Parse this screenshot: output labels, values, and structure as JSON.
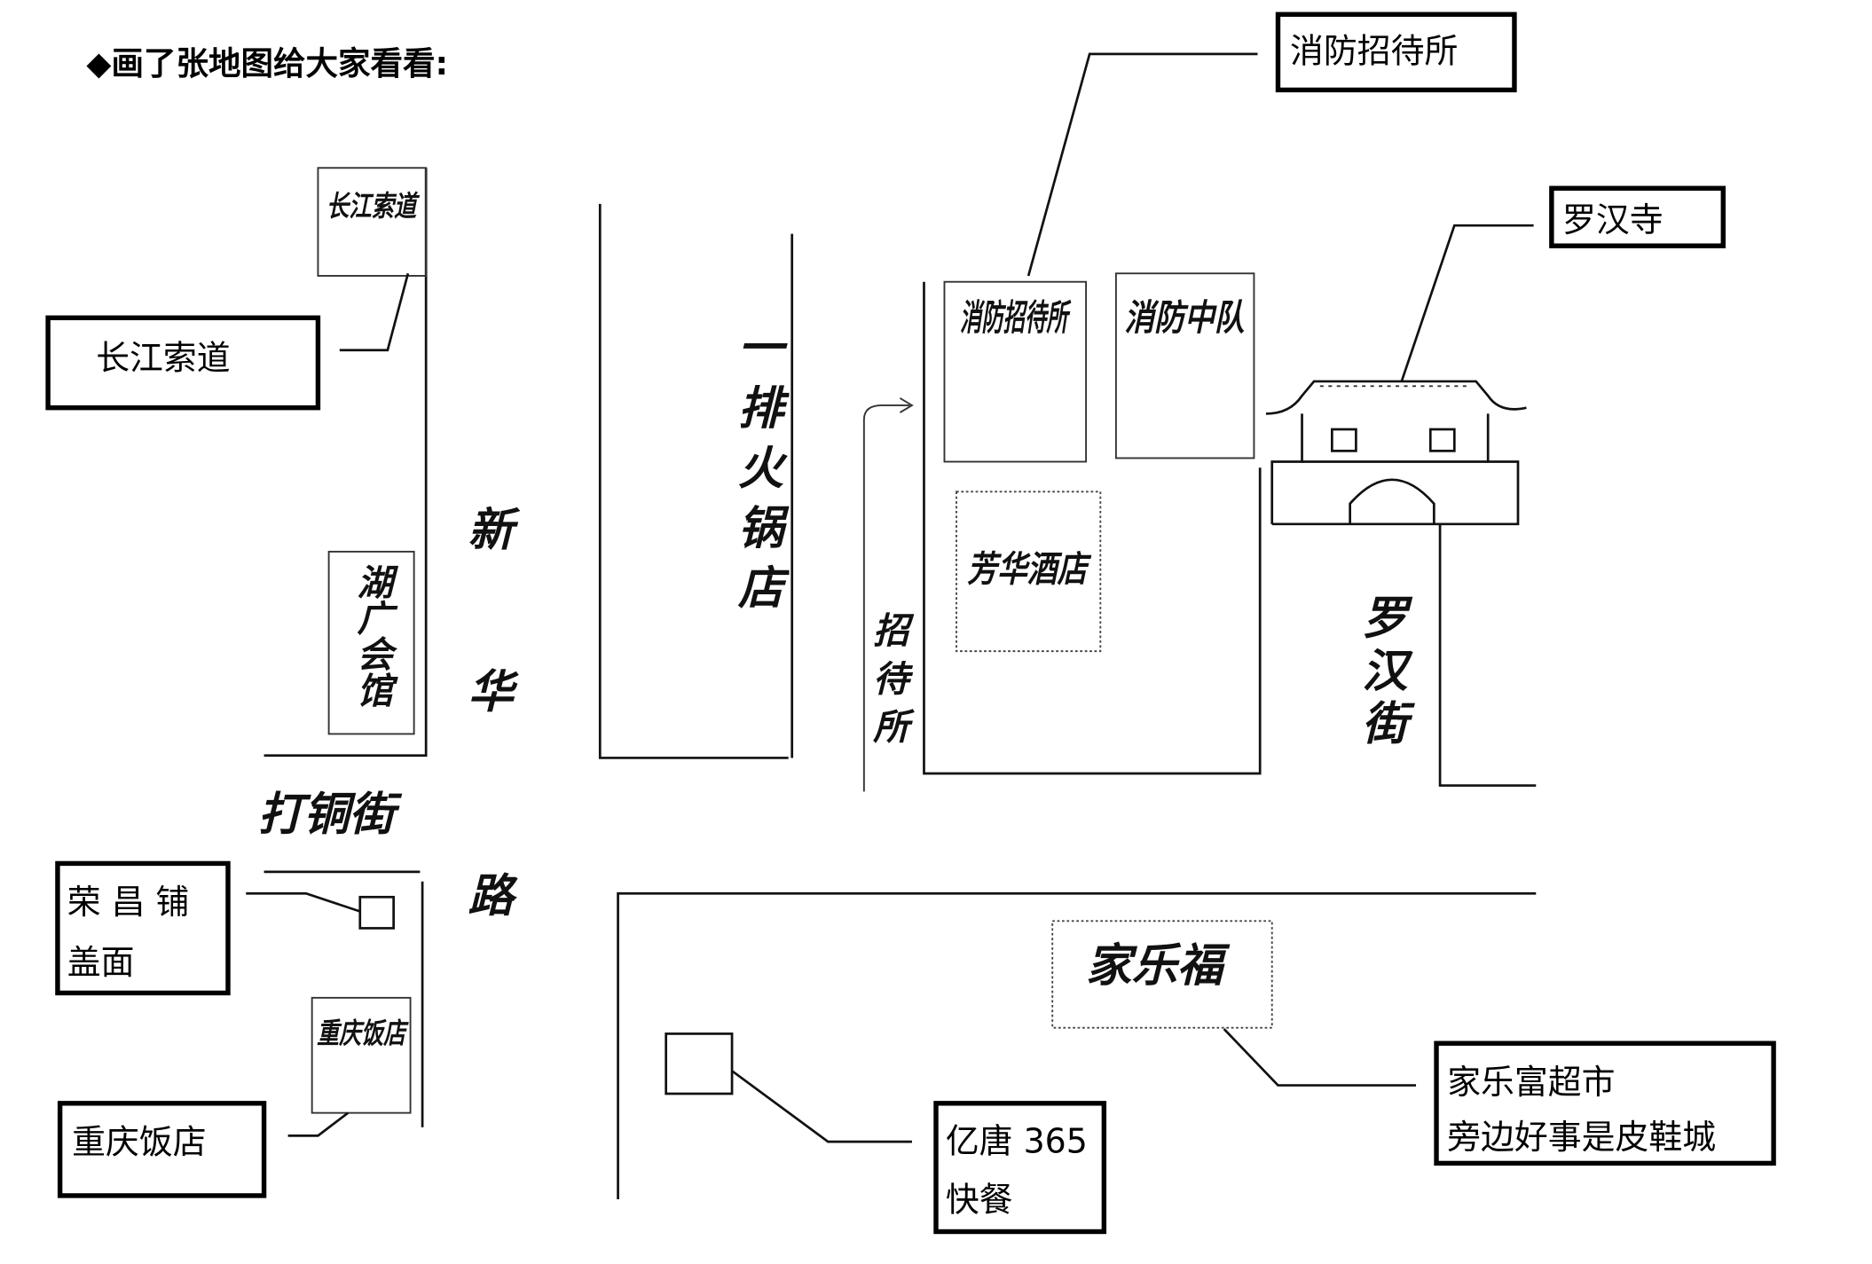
{
  "title": "◆画了张地图给大家看看:",
  "callouts": {
    "fire_guesthouse": "消防招待所",
    "luohan_temple": "罗汉寺",
    "cableway": "长江索道",
    "rongchang_line1": "荣 昌 铺",
    "rongchang_line2": "盖面",
    "chongqing_hotel": "重庆饭店",
    "yitang_line1": "亿唐 365",
    "yitang_line2": "快餐",
    "jialefu_line1": "家乐富超市",
    "jialefu_line2": "旁边好事是皮鞋城"
  },
  "handwritten": {
    "cableway": "长江索道",
    "huguang": "湖广会馆",
    "xinhua_road": [
      "新",
      "华",
      "路"
    ],
    "datong_street": "打铜街",
    "chongqing_hotel": "重庆饭店",
    "hotpot_row": "一排火锅店",
    "guesthouse_lane": "招待所",
    "fire_guesthouse": "消防招待所",
    "fire_brigade": "消防中队",
    "fanghua_hotel": "芳华酒店",
    "luohan_street": "罗汉街",
    "jialefu": "家乐福"
  }
}
